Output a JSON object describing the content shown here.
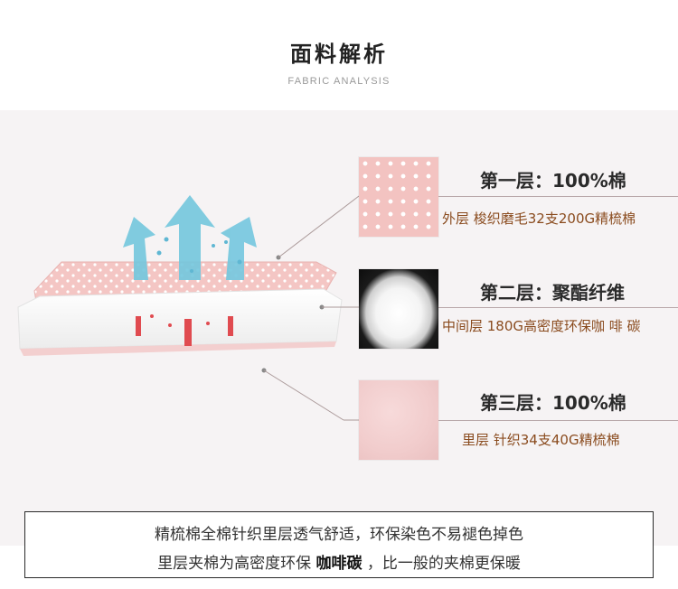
{
  "header": {
    "title": "面料解析",
    "subtitle": "FABRIC ANALYSIS"
  },
  "layers": [
    {
      "title": "第一层：100%棉",
      "desc": "外层 梭织磨毛32支200G精梳棉"
    },
    {
      "title": "第二层：聚酯纤维",
      "desc": "中间层 180G高密度环保咖 啡 碳"
    },
    {
      "title": "第三层：100%棉",
      "desc": "里层 针织34支40G精梳棉"
    }
  ],
  "note": {
    "line1": "精梳棉全棉针织里层透气舒适，环保染色不易褪色掉色",
    "line2_pre": "里层夹棉为高密度环保 ",
    "line2_bold": "咖啡碳",
    "line2_post": " ，比一般的夹棉更保暖"
  },
  "colors": {
    "brown_text": "#8a4b1e",
    "pink": "#f2c2c0",
    "arrow": "#6fc6dd",
    "red_arrow": "#e04b50"
  }
}
